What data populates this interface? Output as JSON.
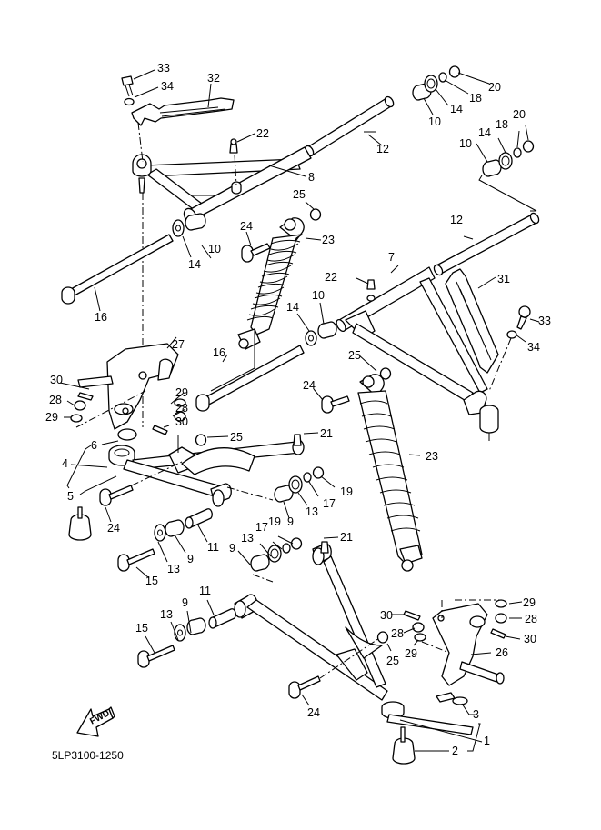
{
  "diagram": {
    "title": "Front Suspension & Wheel",
    "drawing_code": "5LP3100-1250",
    "fwd_label": "FWD",
    "line_color": "#000000",
    "background": "#ffffff"
  },
  "callouts": [
    {
      "id": "c33a",
      "label": "33"
    },
    {
      "id": "c34a",
      "label": "34"
    },
    {
      "id": "c32",
      "label": "32"
    },
    {
      "id": "c22a",
      "label": "22"
    },
    {
      "id": "c8",
      "label": "8"
    },
    {
      "id": "c12a",
      "label": "12"
    },
    {
      "id": "c10a",
      "label": "10"
    },
    {
      "id": "c14a",
      "label": "14"
    },
    {
      "id": "c18a",
      "label": "18"
    },
    {
      "id": "c20a",
      "label": "20"
    },
    {
      "id": "c10b",
      "label": "10"
    },
    {
      "id": "c14b",
      "label": "14"
    },
    {
      "id": "c18b",
      "label": "18"
    },
    {
      "id": "c20b",
      "label": "20"
    },
    {
      "id": "c12b",
      "label": "12"
    },
    {
      "id": "c25a",
      "label": "25"
    },
    {
      "id": "c24a",
      "label": "24"
    },
    {
      "id": "c23a",
      "label": "23"
    },
    {
      "id": "c10c",
      "label": "10"
    },
    {
      "id": "c14c",
      "label": "14"
    },
    {
      "id": "c16a",
      "label": "16"
    },
    {
      "id": "c7",
      "label": "7"
    },
    {
      "id": "c31",
      "label": "31"
    },
    {
      "id": "c22b",
      "label": "22"
    },
    {
      "id": "c10d",
      "label": "10"
    },
    {
      "id": "c14d",
      "label": "14"
    },
    {
      "id": "c33b",
      "label": "33"
    },
    {
      "id": "c34b",
      "label": "34"
    },
    {
      "id": "c27",
      "label": "27"
    },
    {
      "id": "c16b",
      "label": "16"
    },
    {
      "id": "c25b",
      "label": "25"
    },
    {
      "id": "c24b",
      "label": "24"
    },
    {
      "id": "c30a",
      "label": "30"
    },
    {
      "id": "c28a",
      "label": "28"
    },
    {
      "id": "c29a",
      "label": "29"
    },
    {
      "id": "c29b",
      "label": "29"
    },
    {
      "id": "c28b",
      "label": "28"
    },
    {
      "id": "c30b",
      "label": "30"
    },
    {
      "id": "c6",
      "label": "6"
    },
    {
      "id": "c4",
      "label": "4"
    },
    {
      "id": "c5",
      "label": "5"
    },
    {
      "id": "c25c",
      "label": "25"
    },
    {
      "id": "c21a",
      "label": "21"
    },
    {
      "id": "c23b",
      "label": "23"
    },
    {
      "id": "c24c",
      "label": "24"
    },
    {
      "id": "c9a",
      "label": "9"
    },
    {
      "id": "c13a",
      "label": "13"
    },
    {
      "id": "c17a",
      "label": "17"
    },
    {
      "id": "c19a",
      "label": "19"
    },
    {
      "id": "c11a",
      "label": "11"
    },
    {
      "id": "c9b",
      "label": "9"
    },
    {
      "id": "c13b",
      "label": "13"
    },
    {
      "id": "c15a",
      "label": "15"
    },
    {
      "id": "c21b",
      "label": "21"
    },
    {
      "id": "c19b",
      "label": "19"
    },
    {
      "id": "c17b",
      "label": "17"
    },
    {
      "id": "c13c",
      "label": "13"
    },
    {
      "id": "c9c",
      "label": "9"
    },
    {
      "id": "c11b",
      "label": "11"
    },
    {
      "id": "c9d",
      "label": "9"
    },
    {
      "id": "c13d",
      "label": "13"
    },
    {
      "id": "c15b",
      "label": "15"
    },
    {
      "id": "c30c",
      "label": "30"
    },
    {
      "id": "c28c",
      "label": "28"
    },
    {
      "id": "c29c",
      "label": "29"
    },
    {
      "id": "c25d",
      "label": "25"
    },
    {
      "id": "c29d",
      "label": "29"
    },
    {
      "id": "c28d",
      "label": "28"
    },
    {
      "id": "c30d",
      "label": "30"
    },
    {
      "id": "c26",
      "label": "26"
    },
    {
      "id": "c24d",
      "label": "24"
    },
    {
      "id": "c3",
      "label": "3"
    },
    {
      "id": "c1",
      "label": "1"
    },
    {
      "id": "c2",
      "label": "2"
    }
  ]
}
